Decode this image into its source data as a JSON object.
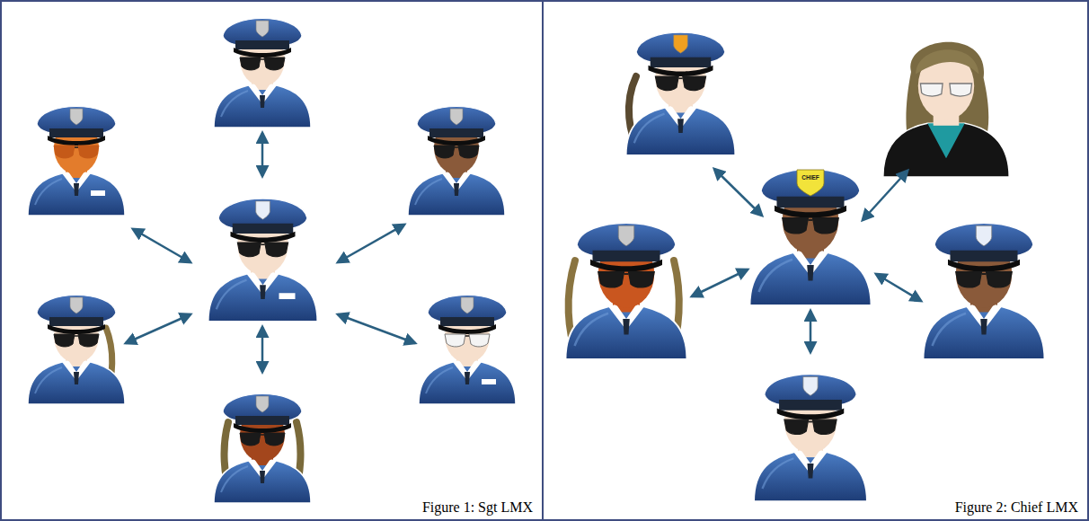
{
  "diagram": {
    "nodes": [
      {
        "text": [
          "Figure 1: Sgt LMX"
        ]
      },
      {
        "text": [
          "Figure 2: Chief LMX"
        ]
      }
    ],
    "labels": [
      "CHIEF"
    ]
  }
}
